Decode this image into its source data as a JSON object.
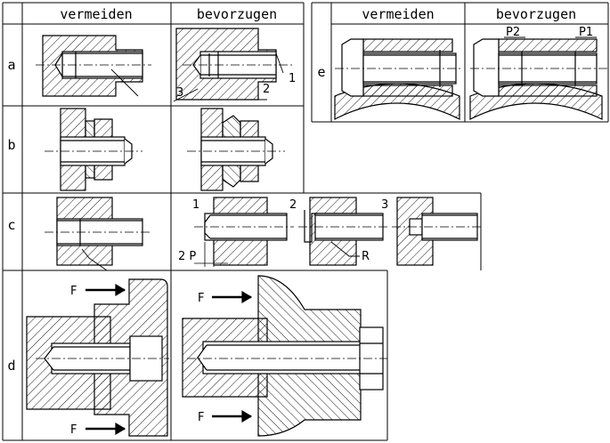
{
  "left_table": {
    "header_avoid": "vermeiden",
    "header_prefer": "bevorzugen",
    "rows": [
      {
        "label": "a",
        "callouts": [
          "1",
          "2",
          "3"
        ]
      },
      {
        "label": "b"
      },
      {
        "label": "c",
        "callouts": [
          "1",
          "2",
          "3",
          "2 P",
          "R"
        ]
      },
      {
        "label": "d",
        "force_label": "F"
      }
    ]
  },
  "right_table": {
    "header_avoid": "vermeiden",
    "header_prefer": "bevorzugen",
    "rows": [
      {
        "label": "e",
        "callouts": [
          "P2",
          "P1"
        ]
      }
    ]
  },
  "colors": {
    "line": "#000000",
    "hatch": "#000000",
    "background": "#ffffff"
  }
}
